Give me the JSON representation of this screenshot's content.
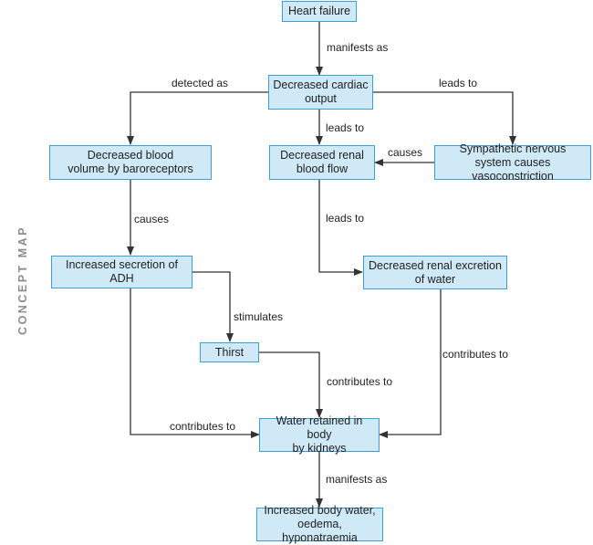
{
  "side_label": "CONCEPT MAP",
  "nodes": {
    "heart_failure": "Heart failure",
    "decreased_cardiac_output": "Decreased cardiac\noutput",
    "decreased_blood_volume": "Decreased blood\nvolume by baroreceptors",
    "decreased_renal_blood_flow": "Decreased renal\nblood flow",
    "sympathetic_nervous_system": "Sympathetic nervous\nsystem causes vasoconstriction",
    "increased_adh_secretion": "Increased secretion of\nADH",
    "decreased_renal_excretion": "Decreased renal excretion\nof water",
    "thirst": "Thirst",
    "water_retained": "Water retained in body\nby kidneys",
    "increased_body_water": "Increased body water,\noedema, hyponatraemia"
  },
  "links": {
    "manifests_as_1": "manifests as",
    "detected_as": "detected as",
    "leads_to_1": "leads to",
    "leads_to_2": "leads to",
    "causes_1": "causes",
    "causes_2": "causes",
    "leads_to_3": "leads to",
    "stimulates": "stimulates",
    "contributes_to_1": "contributes to",
    "contributes_to_2": "contributes to",
    "contributes_to_3": "contributes to",
    "manifests_as_2": "manifests as"
  },
  "colors": {
    "box_fill": "#cfe9f7",
    "box_border": "#3d9fd6",
    "line": "#333333"
  }
}
